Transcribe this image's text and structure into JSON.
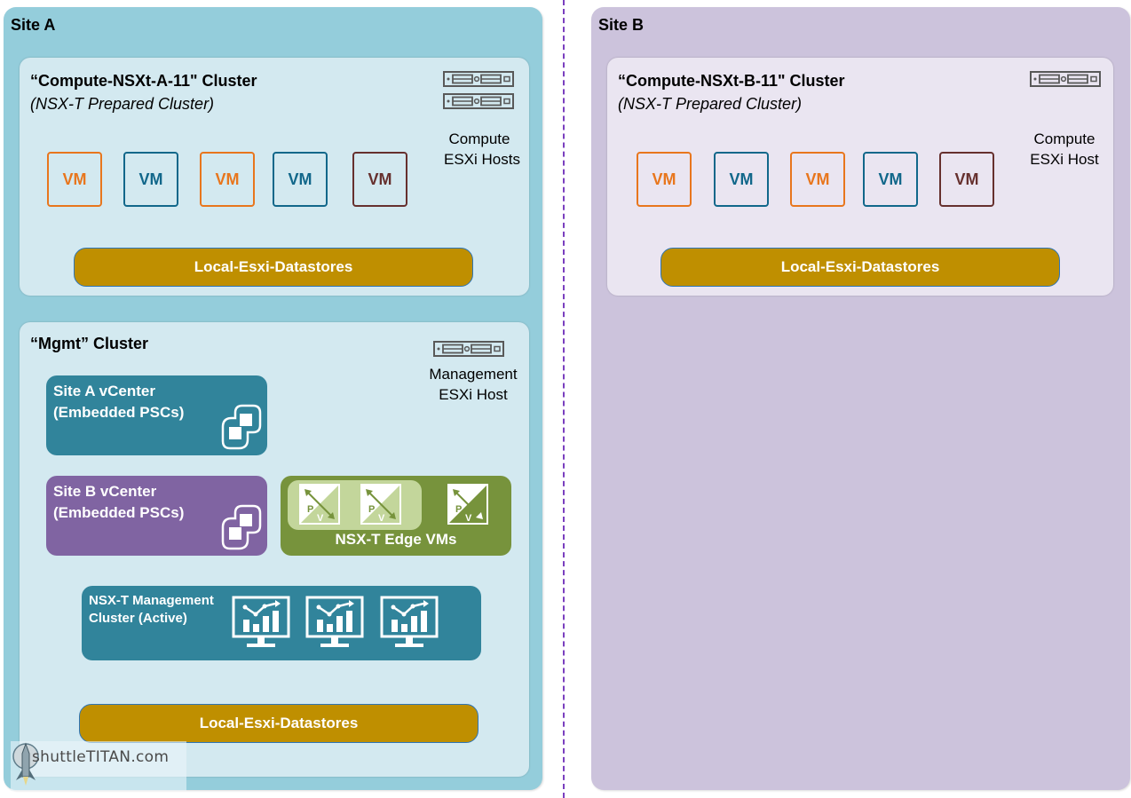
{
  "colors": {
    "site_a_bg": "#94cddb",
    "site_b_bg": "#ccc3dc",
    "cluster_a_bg": "#d3e9f0",
    "cluster_b_bg": "#eae5f1",
    "vm_orange": "#e8761d",
    "vm_blue": "#11678a",
    "vm_maroon": "#66302e",
    "datastore": "#bf8f00",
    "vcenter_a": "#31849b",
    "vcenter_b": "#8064a2",
    "edge": "#77933c",
    "edge_inner": "#c3d69b",
    "divider": "#7a3fbf"
  },
  "site_a": {
    "title": "Site A",
    "compute_cluster": {
      "title": "“Compute-NSXt-A-11\" Cluster",
      "subtitle": "(NSX-T Prepared Cluster)",
      "host_label_line1": "Compute",
      "host_label_line2": "ESXi Hosts",
      "host_icons": [
        "server-icon",
        "server-icon"
      ],
      "vms": [
        {
          "label": "VM",
          "color": "orange"
        },
        {
          "label": "VM",
          "color": "blue"
        },
        {
          "label": "VM",
          "color": "orange"
        },
        {
          "label": "VM",
          "color": "blue"
        },
        {
          "label": "VM",
          "color": "maroon"
        }
      ],
      "datastore": "Local-Esxi-Datastores"
    },
    "mgmt_cluster": {
      "title": "“Mgmt” Cluster",
      "host_label_line1": "Management",
      "host_label_line2": "ESXi Host",
      "vcenter_a": {
        "line1": "Site A vCenter",
        "line2": "(Embedded PSCs)"
      },
      "vcenter_b": {
        "line1": "Site B vCenter",
        "line2": "(Embedded PSCs)"
      },
      "edge": {
        "label": "NSX-T Edge VMs",
        "icons": [
          "pv-edge-icon",
          "pv-edge-icon",
          "pv-edge-icon"
        ]
      },
      "nsx_mgmt": {
        "line1": "NSX-T Management",
        "line2": "Cluster (Active)",
        "icons": [
          "monitor-chart-icon",
          "monitor-chart-icon",
          "monitor-chart-icon"
        ]
      },
      "datastore": "Local-Esxi-Datastores"
    }
  },
  "site_b": {
    "title": "Site B",
    "compute_cluster": {
      "title": "“Compute-NSXt-B-11\" Cluster",
      "subtitle": "(NSX-T Prepared Cluster)",
      "host_label_line1": "Compute",
      "host_label_line2": "ESXi Host",
      "host_icons": [
        "server-icon"
      ],
      "vms": [
        {
          "label": "VM",
          "color": "orange"
        },
        {
          "label": "VM",
          "color": "blue"
        },
        {
          "label": "VM",
          "color": "orange"
        },
        {
          "label": "VM",
          "color": "blue"
        },
        {
          "label": "VM",
          "color": "maroon"
        }
      ],
      "datastore": "Local-Esxi-Datastores"
    }
  },
  "watermark": {
    "text": "shuttleTITAN.com"
  }
}
